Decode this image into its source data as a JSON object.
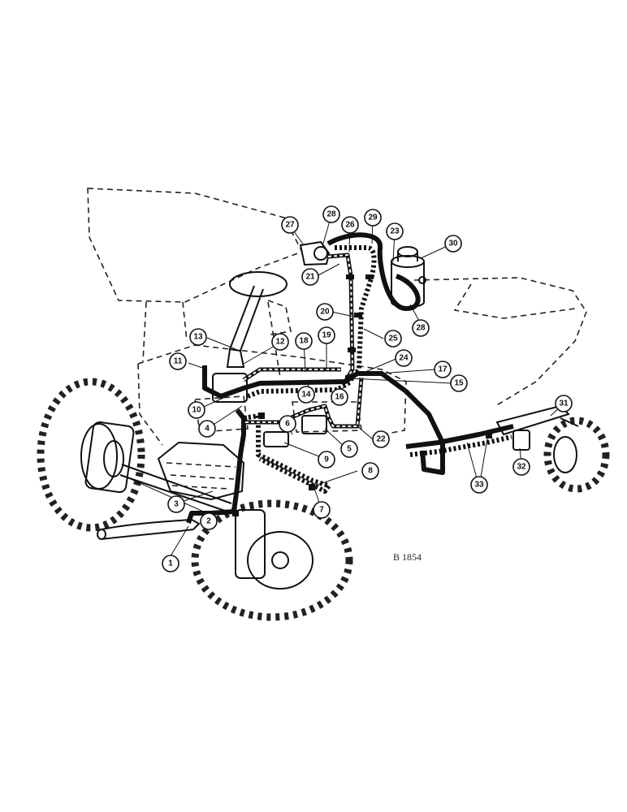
{
  "reference_code": "B 1854",
  "callouts": [
    "1",
    "2",
    "3",
    "4",
    "5",
    "6",
    "7",
    "8",
    "9",
    "10",
    "11",
    "12",
    "13",
    "14",
    "15",
    "16",
    "17",
    "18",
    "19",
    "20",
    "21",
    "22",
    "23",
    "24",
    "25",
    "26",
    "27",
    "28",
    "28",
    "29",
    "30",
    "31",
    "32",
    "33"
  ]
}
